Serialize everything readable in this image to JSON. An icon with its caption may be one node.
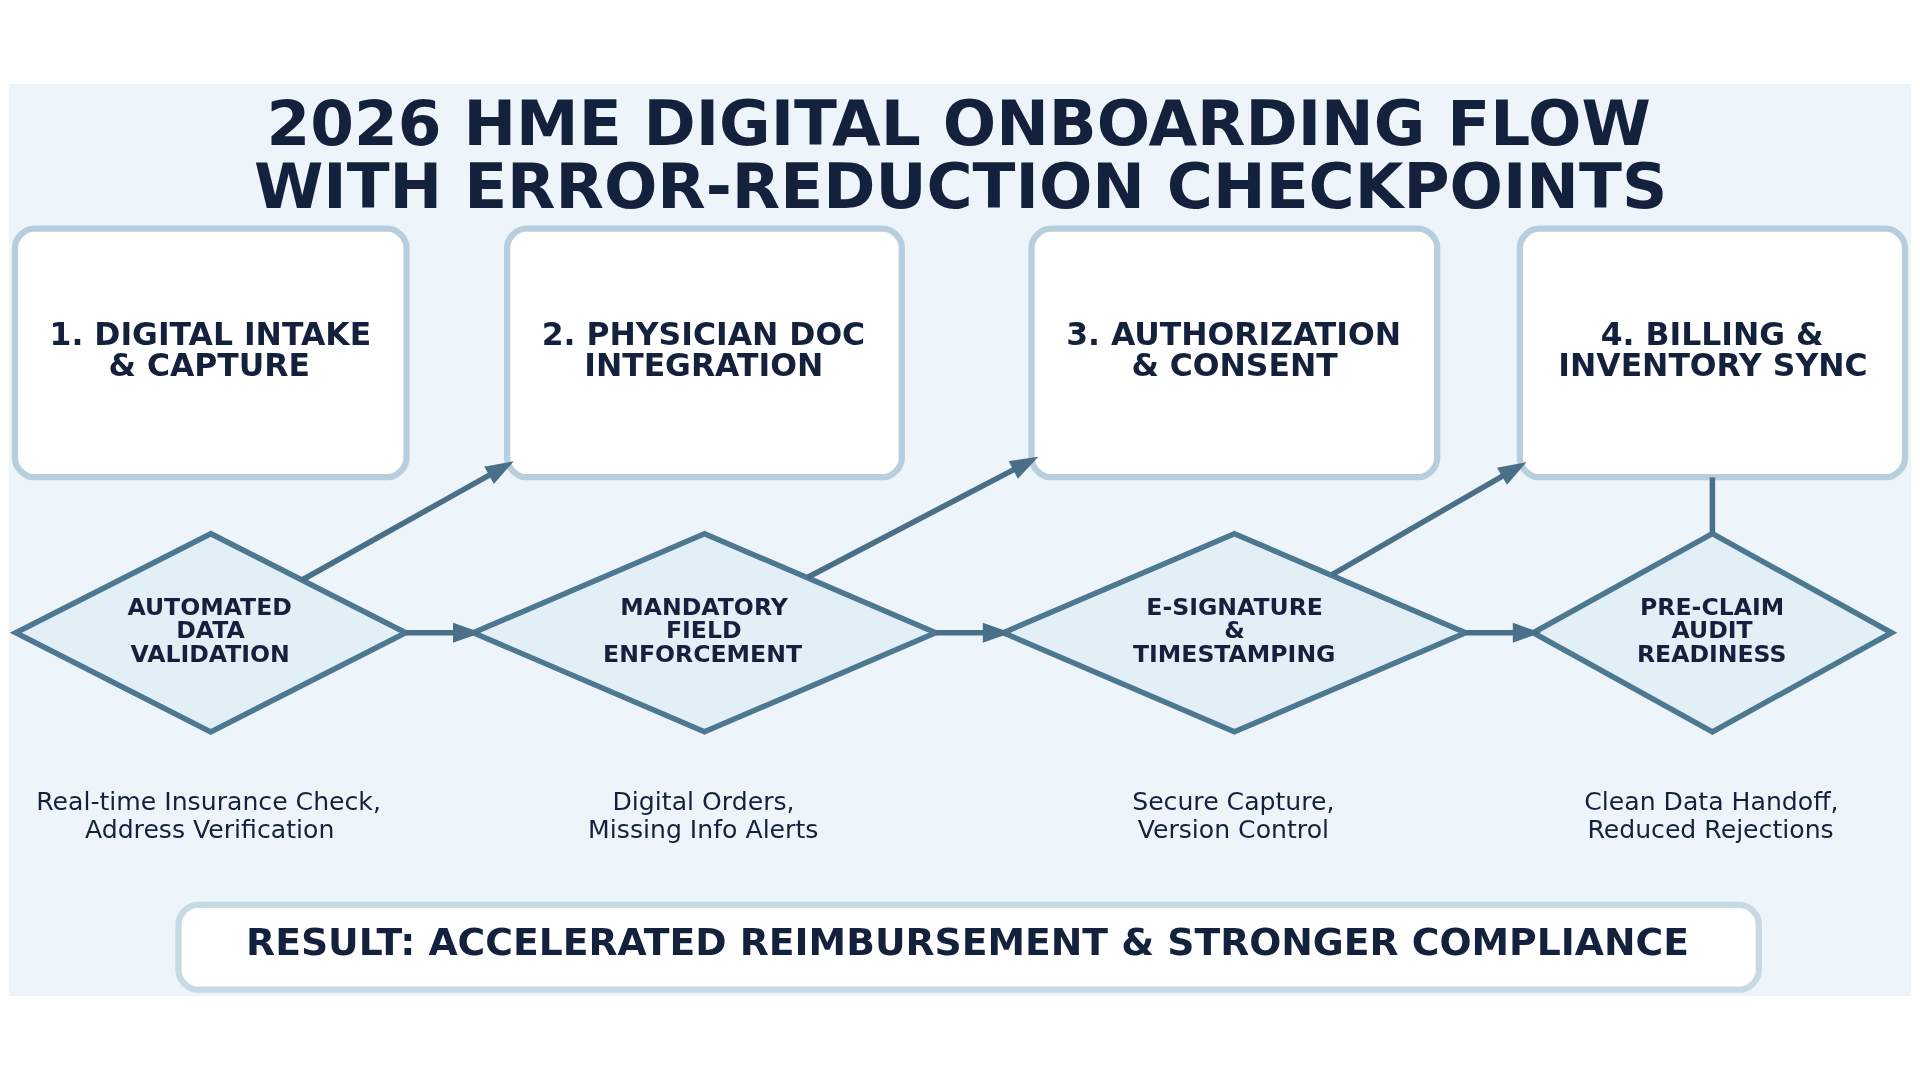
{
  "diagram": {
    "title": "2026 HME DIGITAL ONBOARDING FLOW WITH ERROR-REDUCTION CHECKPOINTS",
    "nodes": [
      {
        "text": [
          "1. DIGITAL INTAKE & CAPTURE"
        ]
      },
      {
        "text": [
          "AUTOMATED DATA VALIDATION"
        ],
        "beside": [
          "Real-time Insurance Check, Address Verification"
        ]
      },
      {
        "text": [
          "2. PHYSICIAN DOC INTEGRATION"
        ]
      },
      {
        "text": [
          "MANDATORY FIELD ENFORCEMENT"
        ],
        "beside": [
          "Digital Orders, Missing Info Alerts"
        ]
      },
      {
        "text": [
          "3. AUTHORIZATION & CONSENT"
        ]
      },
      {
        "text": [
          "E-SIGNATURE & TIMESTAMPING"
        ],
        "beside": [
          "Secure Capture, Version Control"
        ]
      },
      {
        "text": [
          "4. BILLING & INVENTORY SYNC"
        ]
      },
      {
        "text": [
          "PRE-CLAIM AUDIT READINESS"
        ],
        "beside": [
          "Clean Data Handoff, Reduced Rejections"
        ]
      },
      {
        "text": [
          "RESULT: ACCELERATED REIMBURSEMENT & STRONGER COMPLIANCE"
        ]
      }
    ],
    "edges": [
      {
        "from": 1,
        "to": 2,
        "arrow": "to"
      },
      {
        "from": 1,
        "to": 3,
        "arrow": "to"
      },
      {
        "from": 3,
        "to": 4,
        "arrow": "to"
      },
      {
        "from": 3,
        "to": 5,
        "arrow": "to"
      },
      {
        "from": 5,
        "to": 6,
        "arrow": "to"
      },
      {
        "from": 5,
        "to": 7,
        "arrow": "to"
      },
      {
        "from": 6,
        "to": 7,
        "arrow": "none"
      }
    ]
  }
}
